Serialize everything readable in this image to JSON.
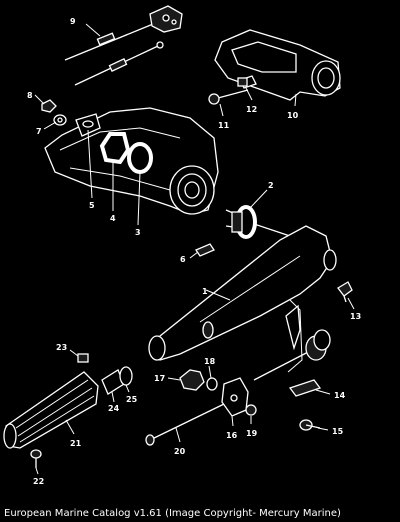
{
  "caption": "European Marine Catalog v1.61 (Image Copyright- Mercury Marine)",
  "callouts": {
    "n1": "1",
    "n2": "2",
    "n3": "3",
    "n4": "4",
    "n5": "5",
    "n6": "6",
    "n7": "7",
    "n8": "8",
    "n9": "9",
    "n10": "10",
    "n11": "11",
    "n12": "12",
    "n13": "13",
    "n14": "14",
    "n15": "15",
    "n16": "16",
    "n17": "17",
    "n18": "18",
    "n19": "19",
    "n20": "20",
    "n21": "21",
    "n22": "22",
    "n23": "23",
    "n24": "24",
    "n25": "25"
  }
}
